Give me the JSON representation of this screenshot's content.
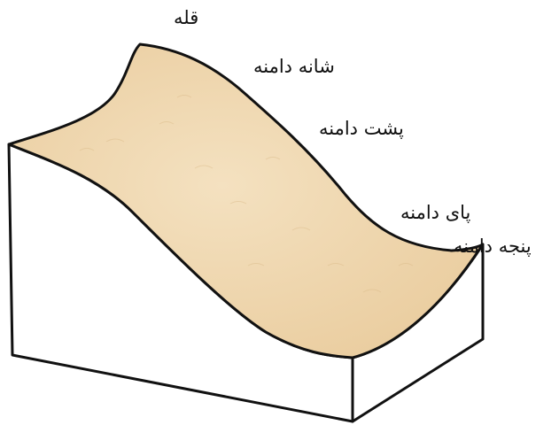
{
  "labels": {
    "summit": "قله",
    "shoulder": "شانه دامنه",
    "backslope": "پشت دامنه",
    "footslope": "پای دامنه",
    "toeslope": "پنجه دامنه"
  },
  "colors": {
    "surface": "#edd2a6",
    "surface_light": "#f3e0bf",
    "outline": "#111111",
    "side_face": "#ffffff"
  }
}
